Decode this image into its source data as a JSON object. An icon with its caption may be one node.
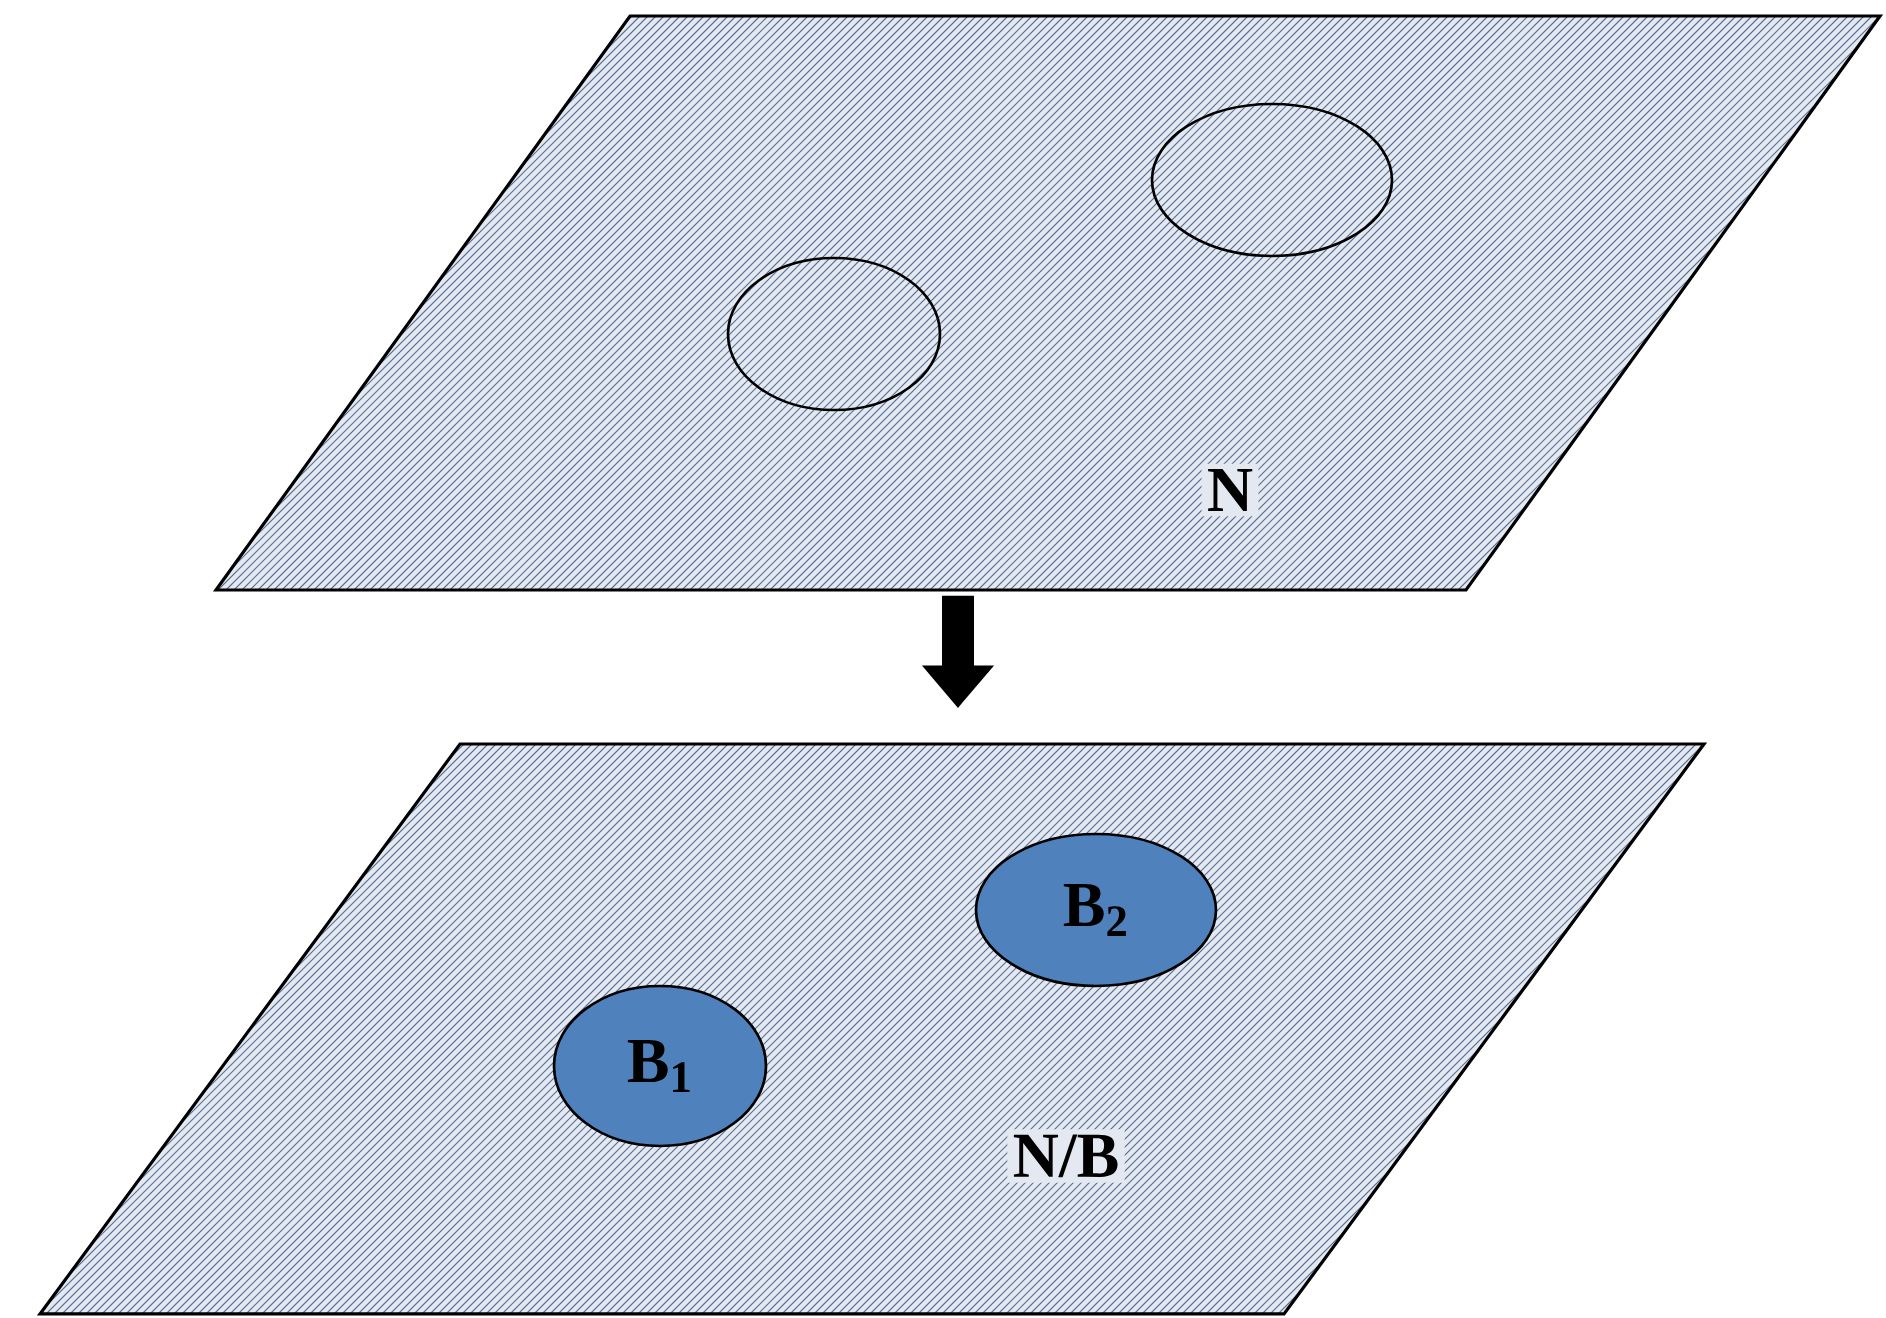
{
  "diagram": {
    "nodes": [
      {
        "text": [
          "N"
        ]
      },
      {
        "text": [],
        "shape": "circle",
        "in": 0
      },
      {
        "text": [],
        "shape": "circle",
        "in": 0
      },
      {
        "text": [
          "N/B"
        ]
      },
      {
        "text": [
          "B$_{1}$"
        ],
        "in": 3
      },
      {
        "text": [
          "B$_{2}$"
        ],
        "in": 3
      }
    ],
    "edges": [
      {
        "from": 0,
        "to": 3,
        "arrow": "to"
      }
    ]
  }
}
